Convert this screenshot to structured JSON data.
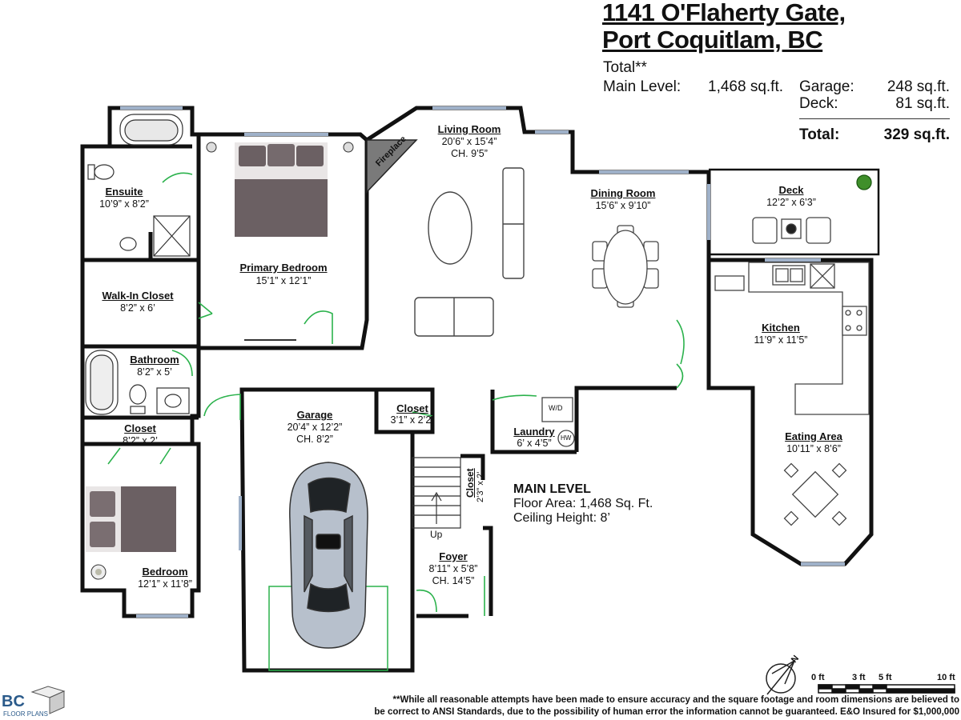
{
  "header": {
    "address_line1": "1141 O'Flaherty Gate,",
    "address_line2": "Port Coquitlam, BC"
  },
  "areas": {
    "total_label": "Total**",
    "main_level_label": "Main Level:",
    "main_level_value": "1,468 sq.ft.",
    "garage_label": "Garage:",
    "garage_value": "248 sq.ft.",
    "deck_label": "Deck:",
    "deck_value": "81 sq.ft.",
    "total_summary_label": "Total:",
    "total_summary_value": "329 sq.ft."
  },
  "rooms": {
    "ensuite": {
      "name": "Ensuite",
      "dims": "10’9” x 8’2”"
    },
    "primary_bedroom": {
      "name": "Primary Bedroom",
      "dims": "15’1” x 12’1”"
    },
    "walk_in_closet": {
      "name": "Walk-In Closet",
      "dims": "8’2” x 6’"
    },
    "bathroom": {
      "name": "Bathroom",
      "dims": "8’2” x 5’"
    },
    "closet_bed": {
      "name": "Closet",
      "dims": "8’2” x 2’"
    },
    "bedroom": {
      "name": "Bedroom",
      "dims": "12’1” x 11’8”"
    },
    "living_room": {
      "name": "Living Room",
      "dims": "20’6” x 15’4”",
      "ceiling": "CH. 9’5”"
    },
    "fireplace": {
      "name": "Fireplace"
    },
    "dining_room": {
      "name": "Dining Room",
      "dims": "15’6” x 9’10”"
    },
    "deck": {
      "name": "Deck",
      "dims": "12’2” x 6’3”"
    },
    "kitchen": {
      "name": "Kitchen",
      "dims": "11’9” x 11’5”"
    },
    "eating_area": {
      "name": "Eating Area",
      "dims": "10’11” x 8’6”"
    },
    "garage": {
      "name": "Garage",
      "dims": "20’4” x 12’2”",
      "ceiling": "CH. 8’2”"
    },
    "closet_hall": {
      "name": "Closet",
      "dims": "3’1” x 2’2”"
    },
    "laundry": {
      "name": "Laundry",
      "dims": "6’ x 4’5”"
    },
    "closet_foyer": {
      "name": "Closet",
      "dims": "2’3” x 2’"
    },
    "foyer": {
      "name": "Foyer",
      "dims": "8’11” x 5’8”",
      "ceiling": "CH. 14’5”"
    }
  },
  "fixtures": {
    "washer_dryer": "W/D",
    "hot_water": "HW",
    "stairs_label": "Up"
  },
  "level_info": {
    "title": "MAIN LEVEL",
    "floor_area": "Floor Area: 1,468 Sq. Ft.",
    "ceiling_height": "Ceiling Height: 8’"
  },
  "scale_bar": {
    "labels": [
      "0 ft",
      "3 ft",
      "5 ft",
      "10 ft"
    ],
    "north": "N"
  },
  "disclaimer": {
    "line1": "**While all reasonable attempts have been made to ensure accuracy and the square footage and room dimensions are believed to",
    "line2": "be correct to ANSI Standards, due to the possibility of human error the information cannot be guaranteed. E&O Insured for $1,000,000"
  },
  "logo": {
    "line1": "BC",
    "line2": "FLOOR PLANS"
  },
  "colors": {
    "wall": "#111111",
    "door": "#2bb24c",
    "window": "#a9b8cc",
    "fireplace": "#7a7a7a",
    "car": "#b7c0cc"
  }
}
